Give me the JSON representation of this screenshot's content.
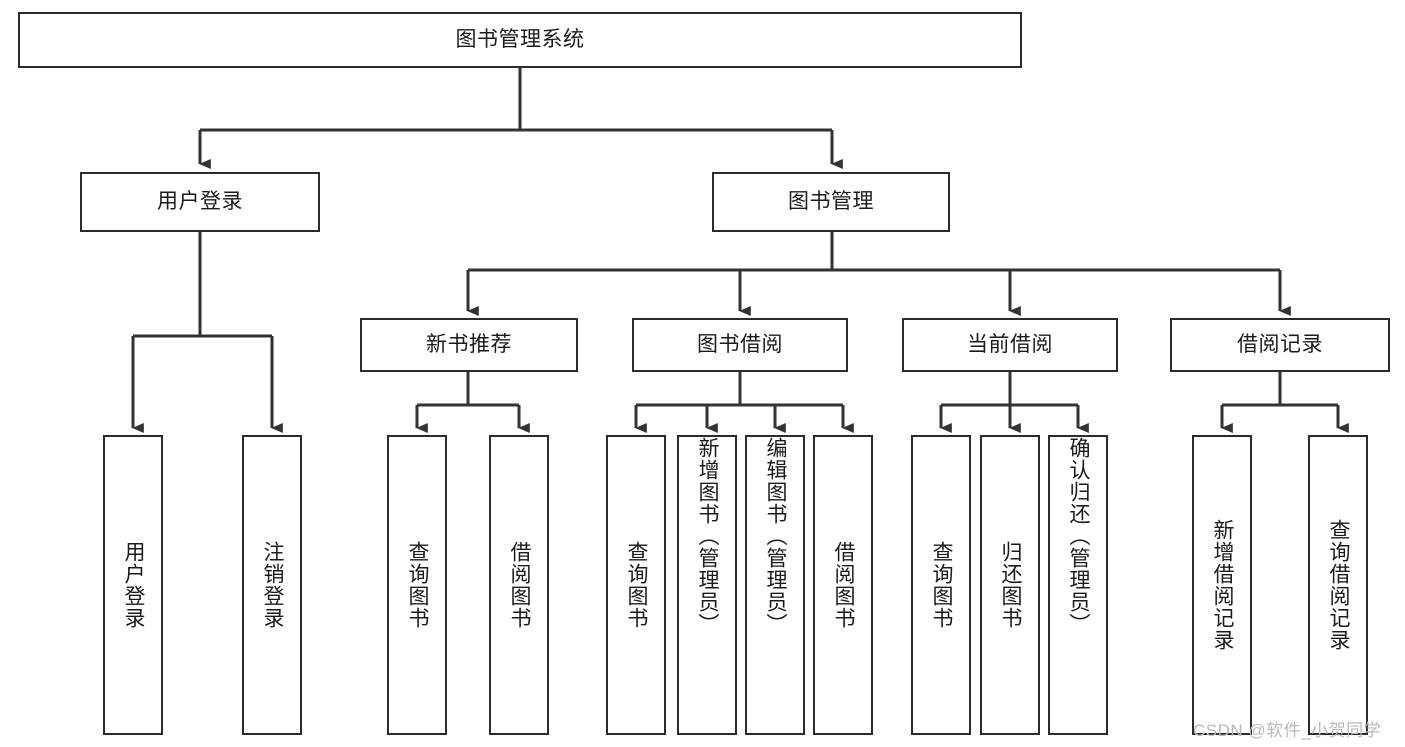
{
  "diagram": {
    "title": "图书管理系统",
    "type": "tree-hierarchy-diagram",
    "colors": {
      "box_border": "#2b2b2b",
      "box_fill": "#ffffff",
      "connector": "#333333",
      "text": "#1b1b1b",
      "watermark": "#b9b9b9",
      "background": "#ffffff"
    },
    "levels": {
      "root": {
        "label": "图书管理系统"
      },
      "level2": [
        {
          "label": "用户登录"
        },
        {
          "label": "图书管理"
        }
      ],
      "level3": [
        {
          "label": "新书推荐"
        },
        {
          "label": "图书借阅"
        },
        {
          "label": "当前借阅"
        },
        {
          "label": "借阅记录"
        }
      ],
      "leaves": {
        "user_login": [
          {
            "label": "用户登录"
          },
          {
            "label": "注销登录"
          }
        ],
        "new_book_recommend": [
          {
            "label": "查询图书"
          },
          {
            "label": "借阅图书"
          }
        ],
        "book_borrow": [
          {
            "label": "查询图书"
          },
          {
            "label": "新增图书（管理员）"
          },
          {
            "label": "编辑图书（管理员）"
          },
          {
            "label": "借阅图书"
          }
        ],
        "current_borrow": [
          {
            "label": "查询图书"
          },
          {
            "label": "归还图书"
          },
          {
            "label": "确认归还（管理员）"
          }
        ],
        "borrow_record": [
          {
            "label": "新增借阅记录"
          },
          {
            "label": "查询借阅记录"
          }
        ]
      }
    },
    "watermark": "CSDN @软件_小贺同学"
  }
}
